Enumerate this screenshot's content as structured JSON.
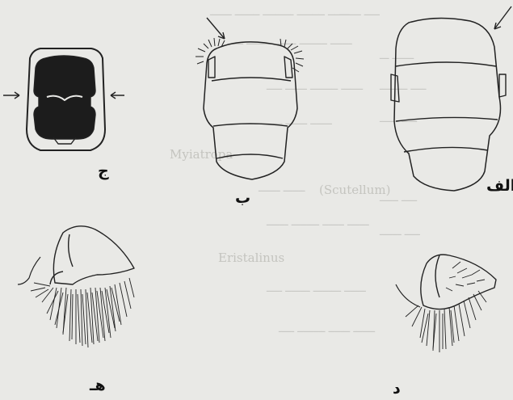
{
  "figure_labels": {
    "alef": "الف",
    "be": "ب",
    "jim": "ج",
    "dal": "د",
    "he": "هـ"
  },
  "background_text": {
    "term_1": "Myiatropa",
    "term_2": "(Scutellum)",
    "term_3": "Eristalinus"
  }
}
